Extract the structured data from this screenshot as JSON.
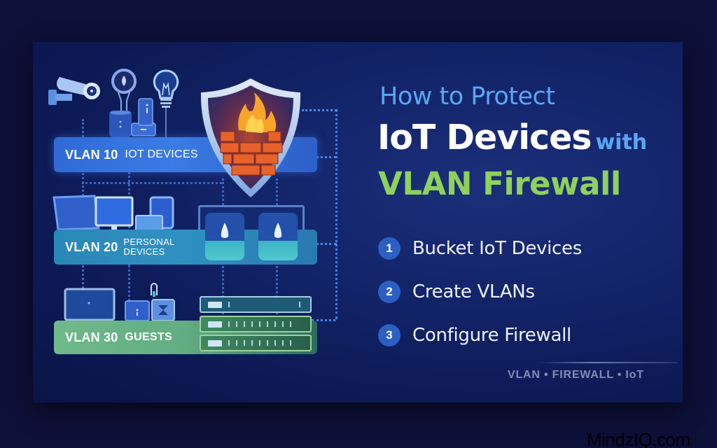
{
  "hero": {
    "title_line1": "How to Protect",
    "title_line2": "IoT Devices",
    "title_line2_suffix": "with",
    "title_line3": "VLAN Firewall"
  },
  "steps": [
    {
      "number": "1",
      "label": "Bucket IoT Devices"
    },
    {
      "number": "2",
      "label": "Create VLANs"
    },
    {
      "number": "3",
      "label": "Configure Firewall"
    }
  ],
  "tags": "VLAN • FIREWALL • IoT",
  "diagram": {
    "vlans": [
      {
        "id": "VLAN 10",
        "name": "IOT DEVICES",
        "color": "#3b7be4"
      },
      {
        "id": "VLAN 20",
        "name_line1": "PERSONAL",
        "name_line2": "DEVICES",
        "color": "#2f90c2"
      },
      {
        "id": "VLAN 30",
        "name": "GUESTS",
        "color": "#6fb98a"
      }
    ],
    "icons": [
      "security-camera-icon",
      "smart-sensor-icon",
      "light-bulb-icon",
      "smart-speaker-icon",
      "hub-icon",
      "door-sensor-icon",
      "firewall-shield-icon",
      "monitor-icon",
      "tablet-icon",
      "laptop-icon",
      "firewall-appliance-icon",
      "server-rack-icon"
    ]
  },
  "colors": {
    "background": "#0d1038",
    "accent_blue": "#5aa6f4",
    "accent_green": "#8fd15c",
    "badge": "#2b5fc4"
  },
  "watermark": "MindzIQ.com"
}
